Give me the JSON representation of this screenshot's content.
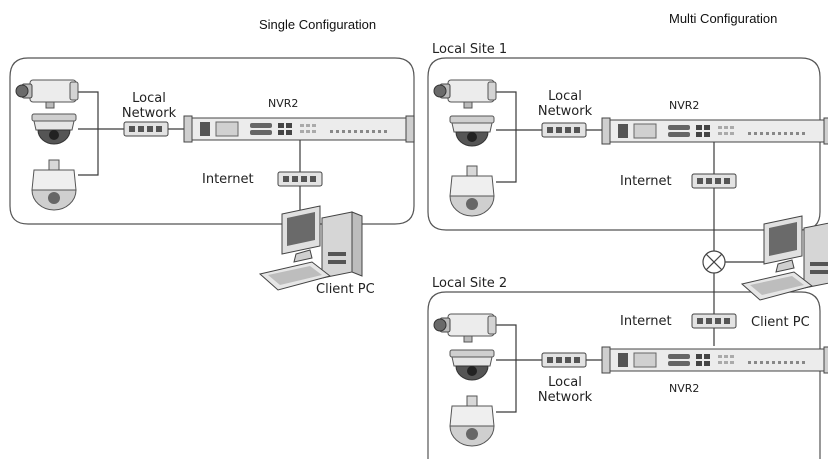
{
  "headings": {
    "single": "Single Configuration",
    "multi": "Multi Configuration"
  },
  "sites": {
    "site1": "Local Site 1",
    "site2": "Local Site 2"
  },
  "labels": {
    "local_network_line1": "Local",
    "local_network_line2": "Network",
    "nvr": "NVR2",
    "internet": "Internet",
    "client_pc": "Client PC"
  },
  "icons": [
    "box-camera-icon",
    "dome-camera-icon",
    "ptz-camera-icon",
    "network-switch-icon",
    "nvr-recorder-icon",
    "client-pc-icon",
    "internet-router-icon"
  ],
  "colors": {
    "line": "#3a3a3a",
    "device_fill": "#e6e6e6",
    "device_dark": "#4a4a4a"
  }
}
